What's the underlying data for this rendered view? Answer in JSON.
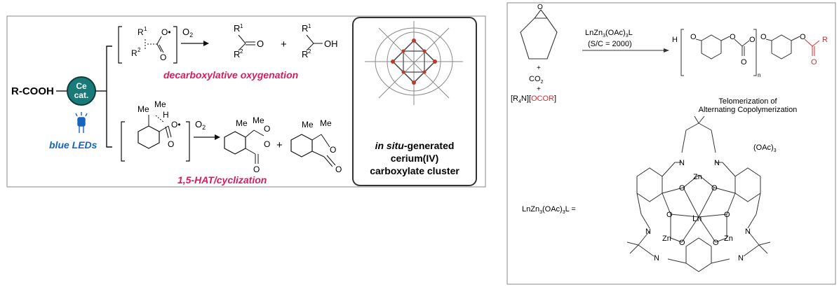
{
  "colors": {
    "accent_red": "#d81b60",
    "accent_blue": "#1565c0",
    "catalyst_fill": "#1a7a78",
    "formula_red": "#d32f2f"
  },
  "left": {
    "reactant": "R-COOH",
    "catalyst_line1": "Ce",
    "catalyst_line2": "cat.",
    "light_label": "blue LEDs",
    "path1_label": "decarboxylative oxygenation",
    "path2_label": "1,5-HAT/cyclization",
    "o2": "O",
    "o2_sub": "2",
    "cluster_line1_italic": "in situ",
    "cluster_line1_rest": "-generated",
    "cluster_line2": "cerium(IV)",
    "cluster_line3": "carboxylate cluster",
    "atoms": {
      "R": "R",
      "one": "1",
      "two": "2",
      "O": "O",
      "Odot": "O•",
      "OH": "OH",
      "H": "H",
      "Me": "Me",
      "plus": "+"
    }
  },
  "right": {
    "co2": "CO",
    "co2_sub": "2",
    "plus": "+",
    "salt_a": "[R",
    "salt_sub": "4",
    "salt_b": "N][",
    "salt_red": "OCOR",
    "salt_c": "]",
    "catalyst_a": "LnZn",
    "catalyst_sub1": "3",
    "catalyst_b": "(OAc)",
    "catalyst_sub2": "3",
    "catalyst_c": "L",
    "ratio": "(S/C = 2000)",
    "product_H": "H",
    "product_R": "R",
    "n": "n",
    "caption1": "Telomerization of",
    "caption2": "Alternating Copolymerization",
    "oac_label": "(OAc)",
    "oac_sub": "3",
    "eq_label_a": "LnZn",
    "eq_sub1": "3",
    "eq_label_b": "(OAc)",
    "eq_sub2": "3",
    "eq_label_c": "L =",
    "atoms": {
      "Zn": "Zn",
      "Ln": "Ln",
      "N": "N",
      "O": "O"
    }
  }
}
